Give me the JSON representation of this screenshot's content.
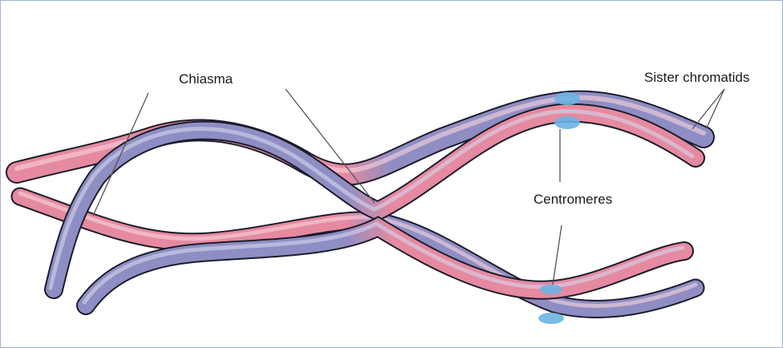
{
  "labels": {
    "chiasma": "Chiasma",
    "sister_chromatids": "Sister chromatids",
    "centromeres": "Centromeres"
  },
  "colors": {
    "maternal_chromatid": "#e58aa0",
    "maternal_highlight": "#f9d3dc",
    "paternal_chromatid": "#8e8ec4",
    "paternal_highlight": "#d6d6ee",
    "centromere": "#6ab2e3",
    "outline": "#1c1c2c",
    "pointer_line": "#555555",
    "frame_border": "#9fb1d8"
  }
}
